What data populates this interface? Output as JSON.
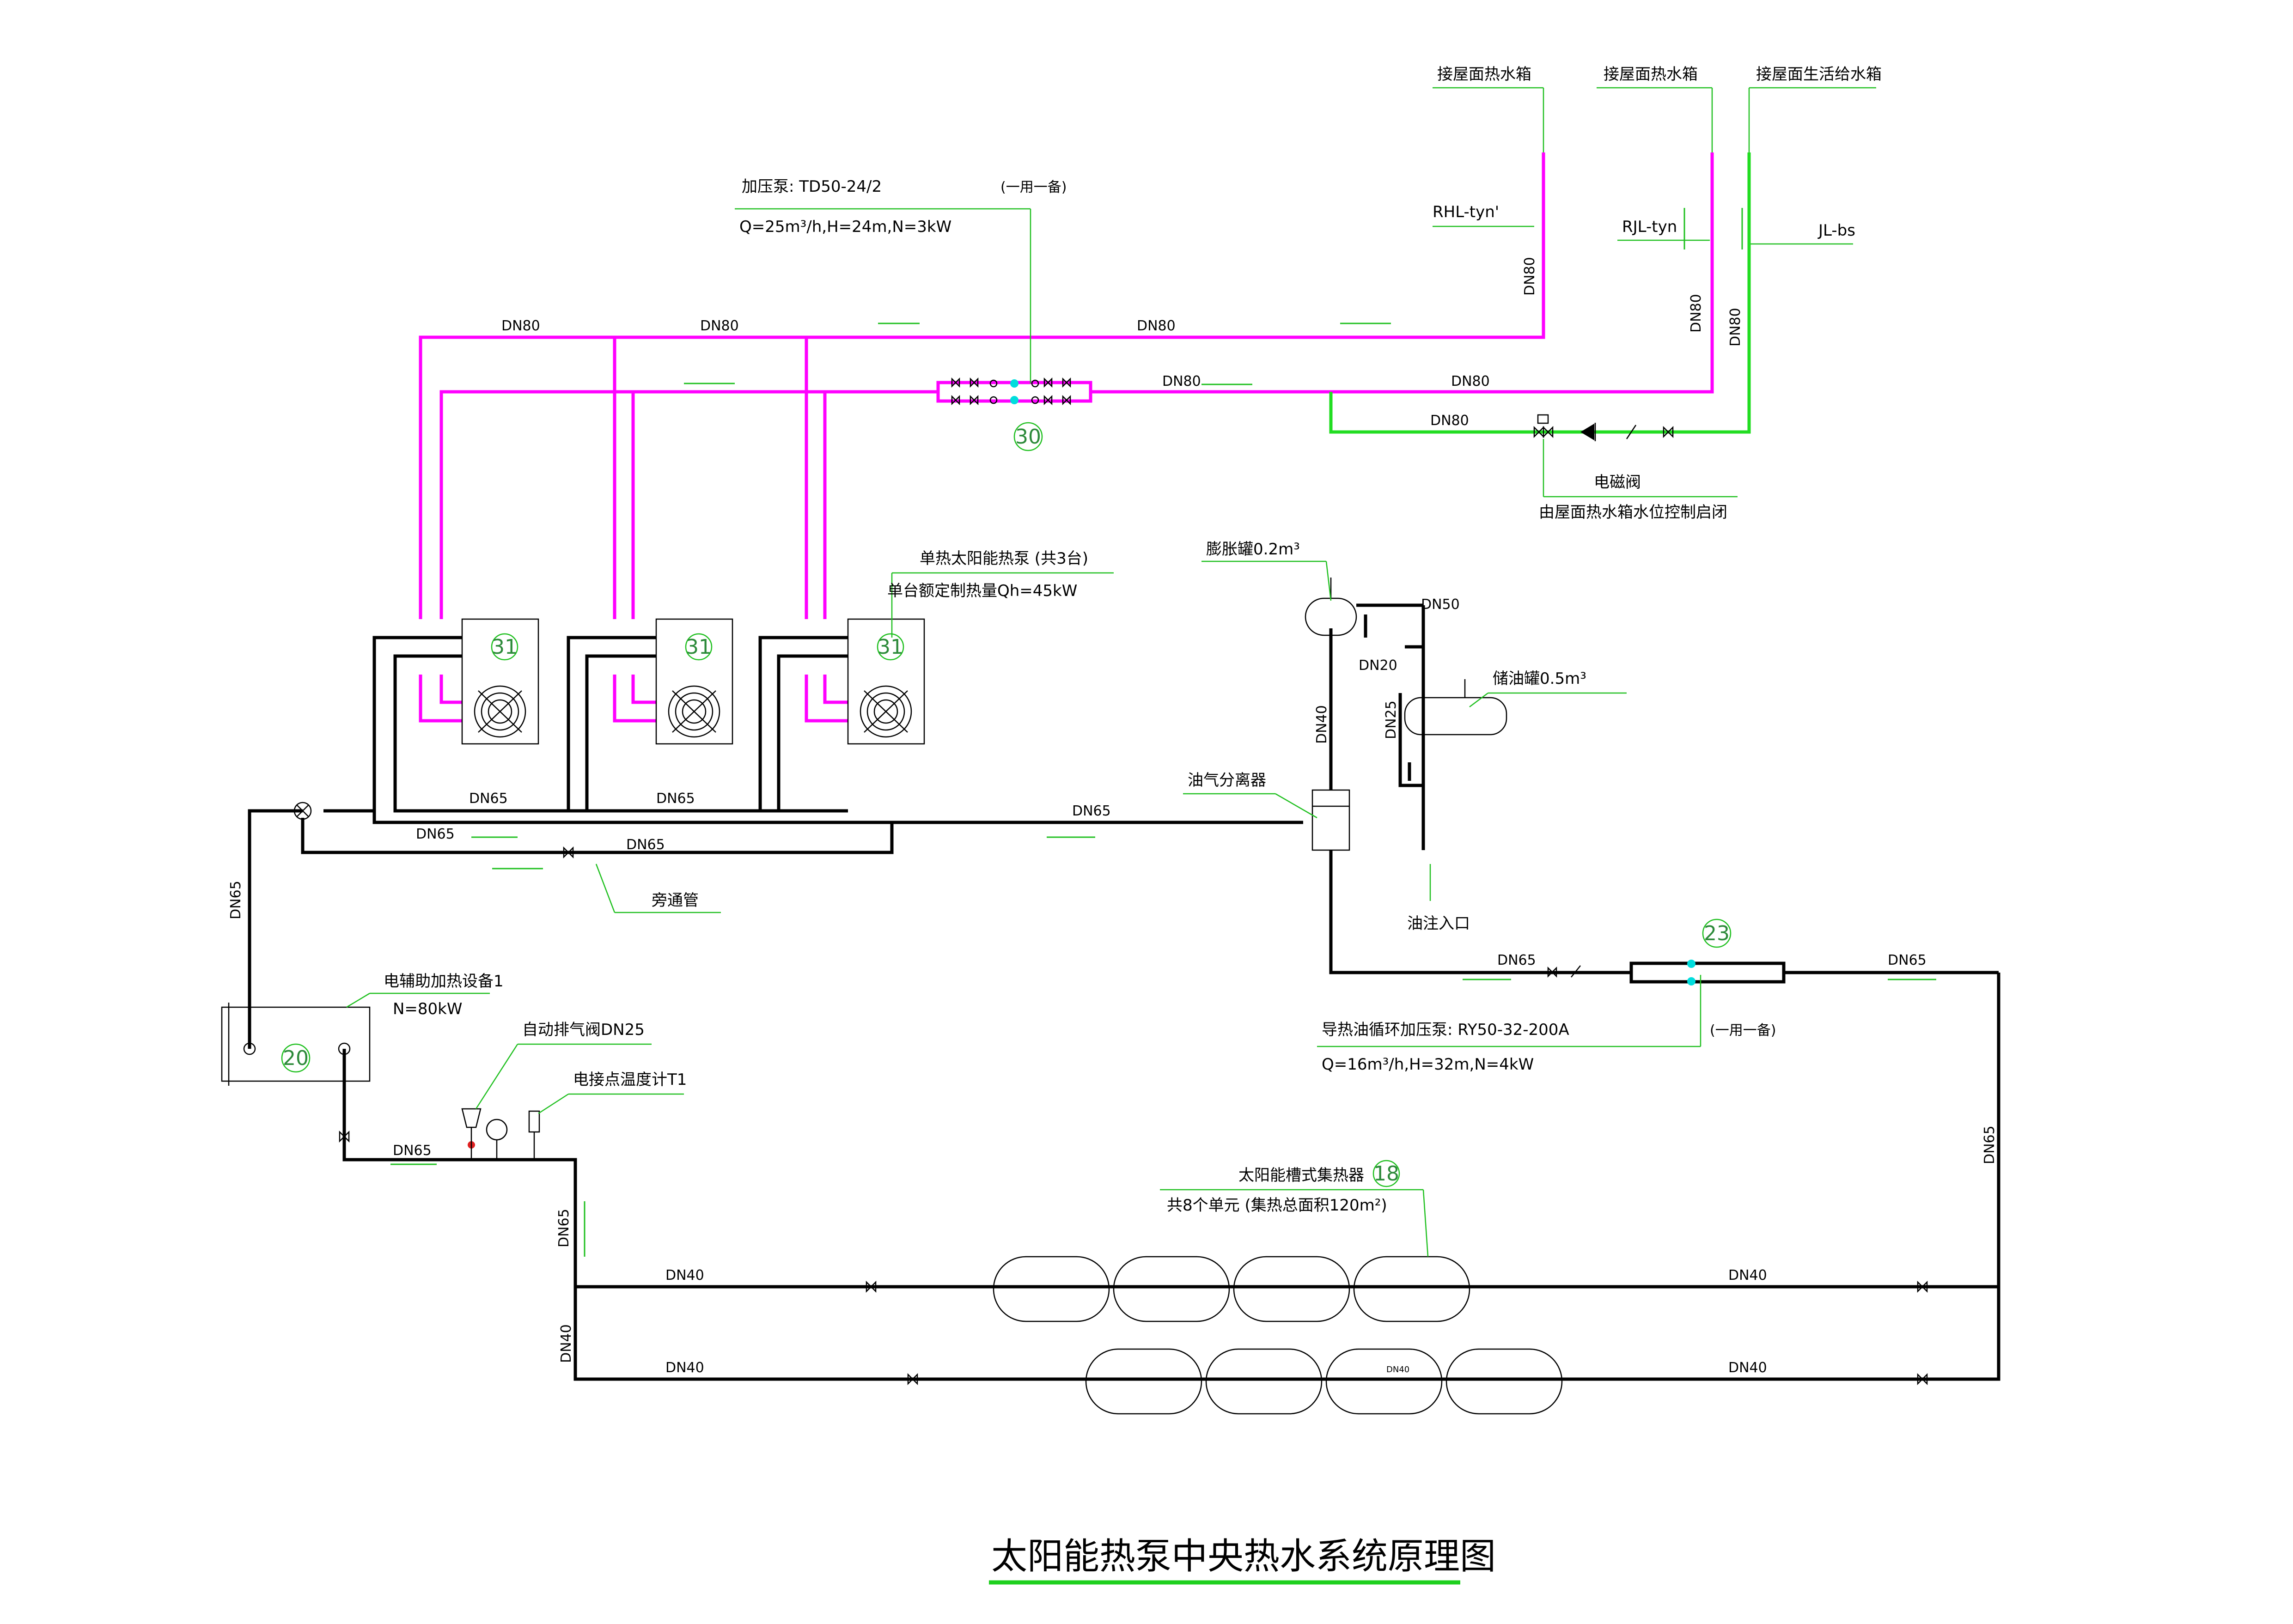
{
  "title": "太阳能热泵中央热水系统原理图",
  "colors": {
    "hot_water": "#ff00ff",
    "cold_water": "#22dd22",
    "oil_loop": "#000000",
    "leader": "#20c020"
  },
  "destinations": {
    "roof_tank_1": "接屋面热水箱",
    "roof_tank_2": "接屋面热水箱",
    "roof_cold_tank": "接屋面生活给水箱"
  },
  "pipe_ids": {
    "rhl": "RHL-tyn'",
    "rjl": "RJL-tyn",
    "jl": "JL-bs"
  },
  "pipe_sizes": {
    "dn80": "DN80",
    "dn65": "DN65",
    "dn50": "DN50",
    "dn40": "DN40",
    "dn25": "DN25",
    "dn20": "DN20"
  },
  "booster_pump": {
    "model": "加压泵: TD50-24/2",
    "note": "(一用一备)",
    "spec": "Q=25m³/h,H=24m,N=3kW",
    "tag": "30"
  },
  "solenoid_valve": {
    "label": "电磁阀",
    "note": "由屋面热水箱水位控制启闭"
  },
  "heat_pump": {
    "label": "单热太阳能热泵 (共3台)",
    "capacity": "单台额定制热量Qh=45kW",
    "tag": "31",
    "units": 3
  },
  "expansion_tank": {
    "label": "膨胀罐0.2m³"
  },
  "oil_storage": {
    "label": "储油罐0.5m³"
  },
  "separator": {
    "label": "油气分离器"
  },
  "oil_inlet": {
    "label": "油注入口"
  },
  "bypass": {
    "label": "旁通管"
  },
  "electric_heater": {
    "label": "电辅助加热设备1",
    "spec": "N=80kW",
    "tag": "20"
  },
  "air_vent": {
    "label": "自动排气阀DN25"
  },
  "thermometer": {
    "label": "电接点温度计T1"
  },
  "oil_pump": {
    "model": "导热油循环加压泵: RY50-32-200A",
    "note": "(一用一备)",
    "spec": "Q=16m³/h,H=32m,N=4kW",
    "tag": "23"
  },
  "collector": {
    "label": "太阳能槽式集热器",
    "tag": "18",
    "units": "共8个单元 (集热总面积120m²)",
    "tube_mark": "DN40"
  }
}
